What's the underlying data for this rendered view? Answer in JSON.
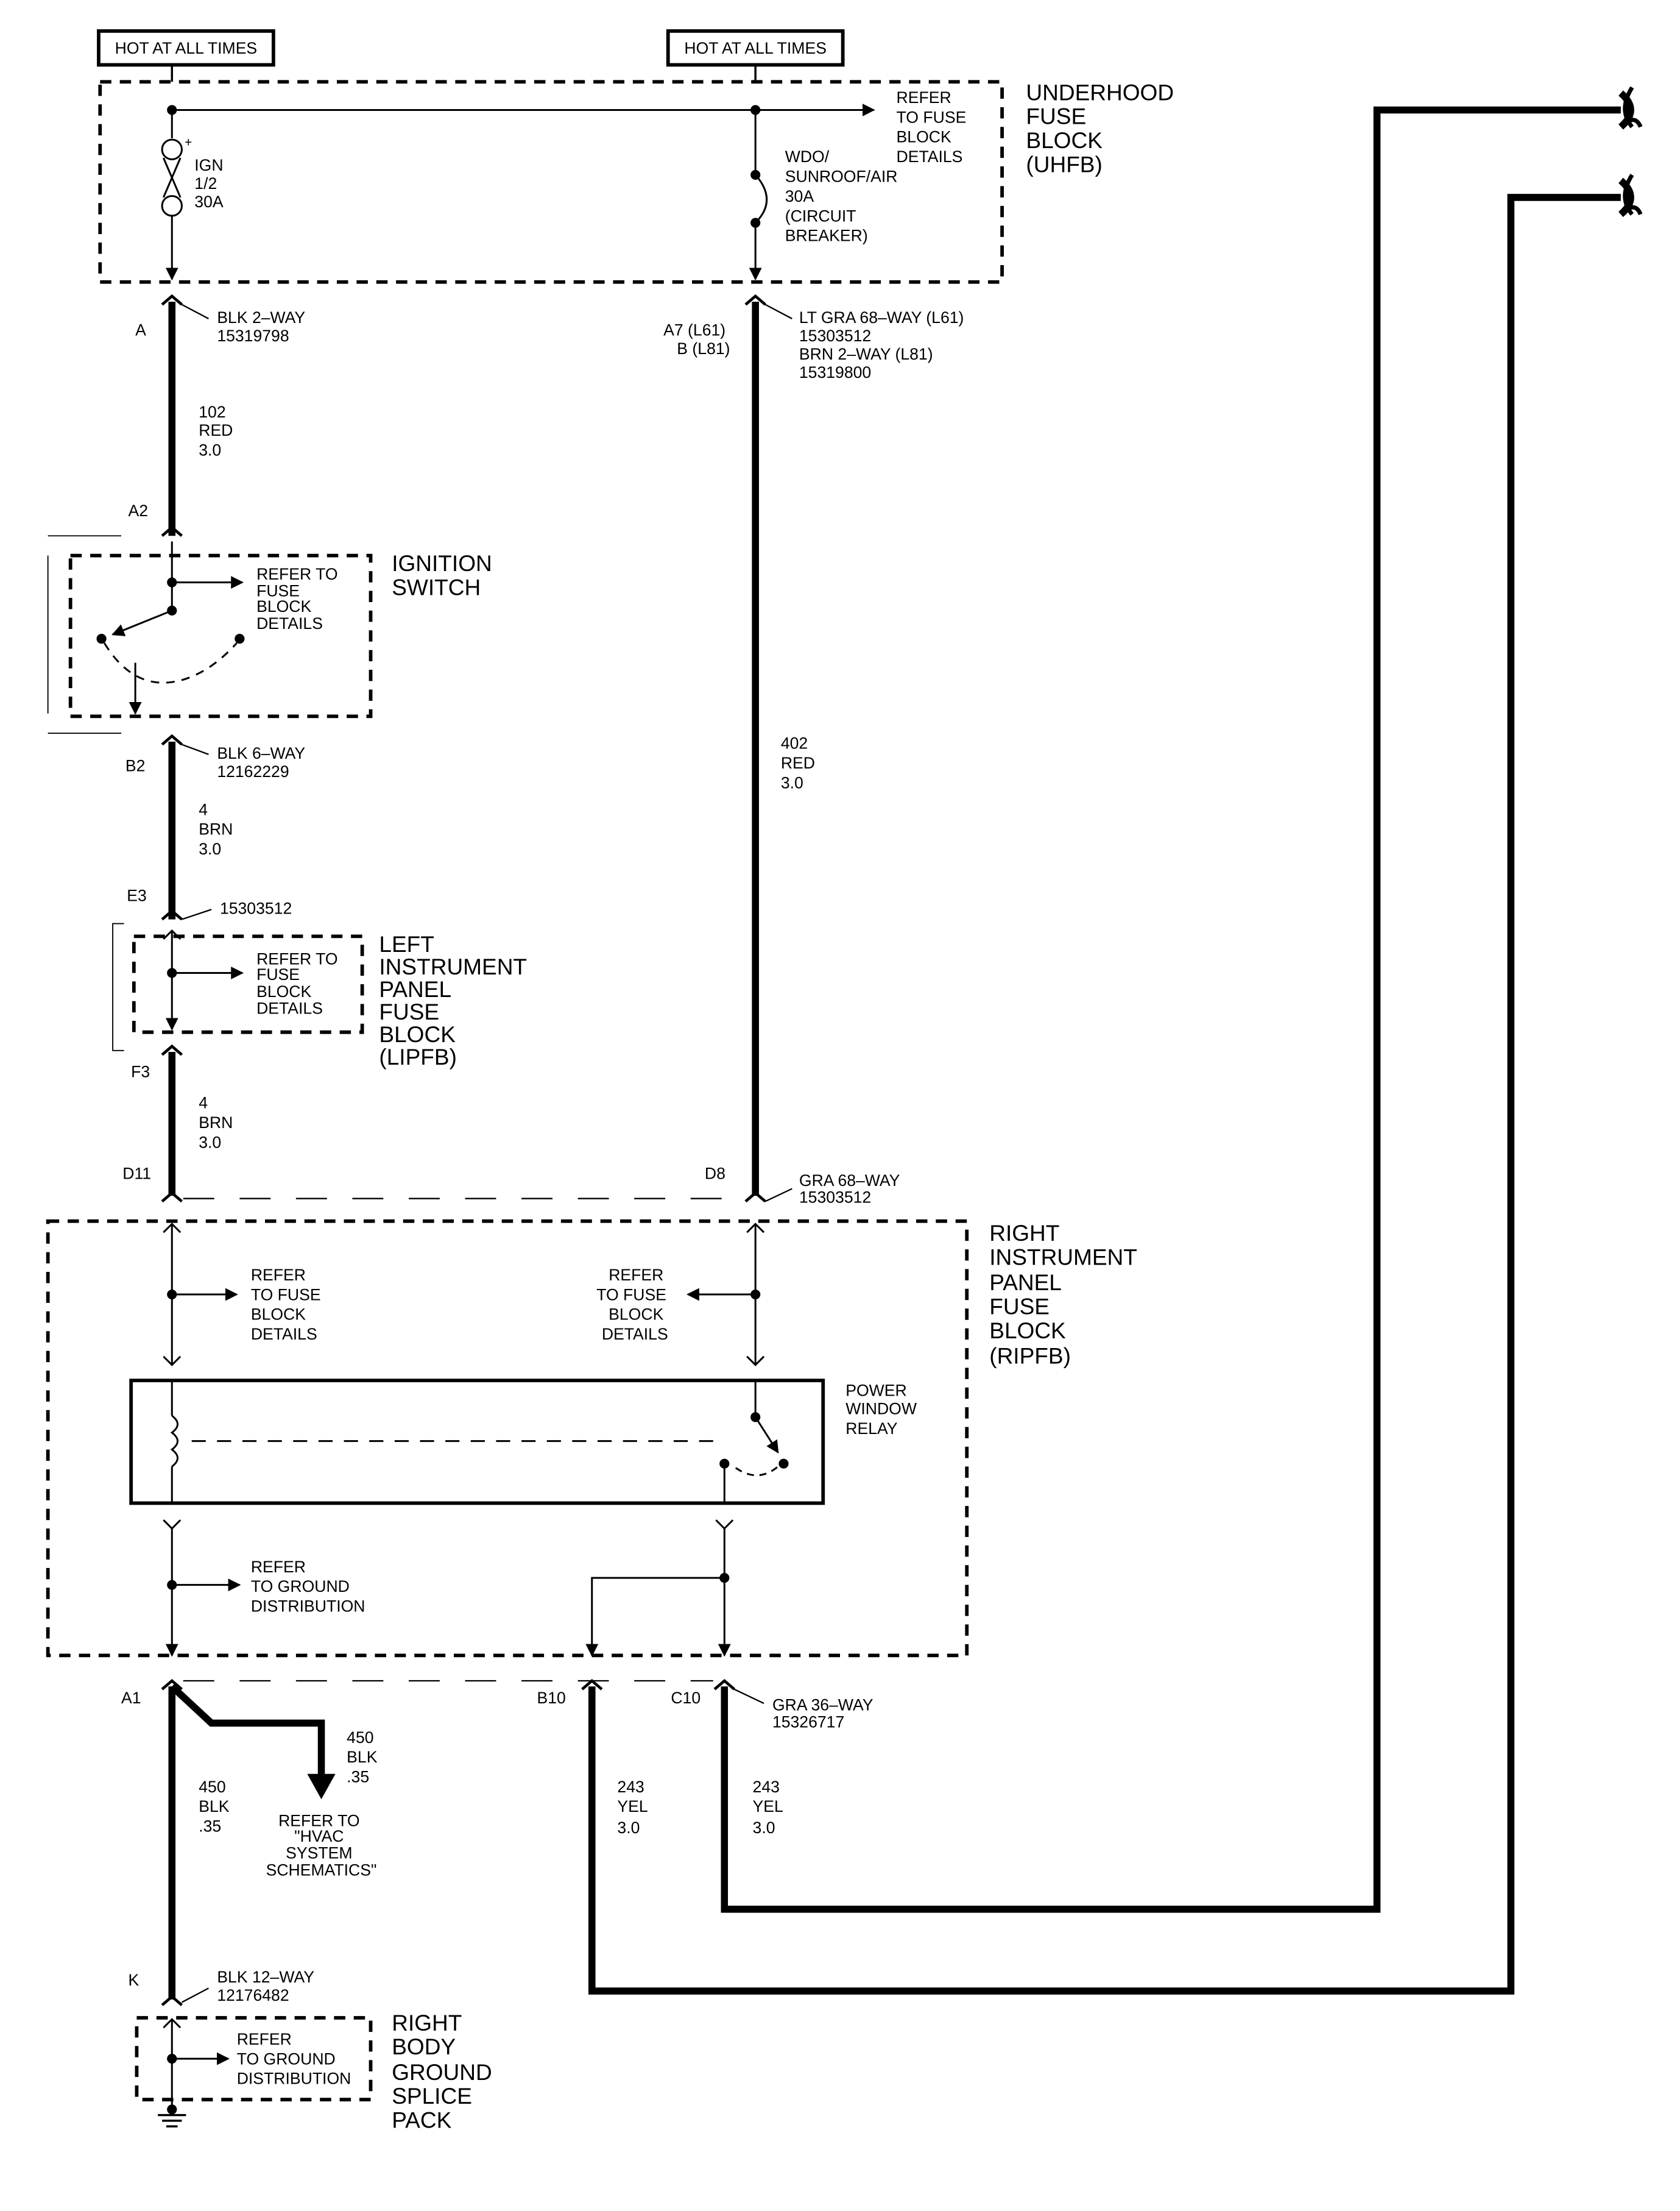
{
  "hot_labels": [
    "HOT AT ALL TIMES",
    "HOT AT ALL TIMES"
  ],
  "uhfb": {
    "lines": [
      "UNDERHOOD",
      "FUSE",
      "BLOCK",
      "(UHFB)"
    ],
    "refer": [
      "REFER",
      "TO FUSE",
      "BLOCK",
      "DETAILS"
    ],
    "fuse": [
      "IGN",
      "1/2",
      "30A"
    ],
    "breaker": [
      "WDO/",
      "SUNROOF/AIR",
      "30A",
      "(CIRCUIT",
      "BREAKER)"
    ],
    "plus": "+"
  },
  "conn_a": {
    "pin": "A",
    "lines": [
      "BLK 2–WAY",
      "15319798"
    ]
  },
  "conn_a7": {
    "pins": [
      "A7 (L61)",
      "B (L81)"
    ],
    "lines": [
      "LT GRA 68–WAY (L61)",
      "15303512",
      "BRN 2–WAY (L81)",
      "15319800"
    ]
  },
  "wire_102": [
    "102",
    "RED",
    "3.0"
  ],
  "wire_402": [
    "402",
    "RED",
    "3.0"
  ],
  "pin_a2": "A2",
  "ign": {
    "lines": [
      "IGNITION",
      "SWITCH"
    ],
    "refer": [
      "REFER TO",
      "FUSE",
      "BLOCK",
      "DETAILS"
    ]
  },
  "conn_b2": {
    "pin": "B2",
    "lines": [
      "BLK 6–WAY",
      "12162229"
    ]
  },
  "wire_4a": [
    "4",
    "BRN",
    "3.0"
  ],
  "conn_e3": {
    "pin": "E3",
    "lines": [
      "15303512"
    ]
  },
  "lipfb": {
    "lines": [
      "LEFT",
      "INSTRUMENT",
      "PANEL",
      "FUSE",
      "BLOCK",
      "(LIPFB)"
    ],
    "refer": [
      "REFER TO",
      "FUSE",
      "BLOCK",
      "DETAILS"
    ]
  },
  "pin_f3": "F3",
  "wire_4b": [
    "4",
    "BRN",
    "3.0"
  ],
  "pin_d11": "D11",
  "conn_d8": {
    "pin": "D8",
    "lines": [
      "GRA 68–WAY",
      "15303512"
    ]
  },
  "ripfb": {
    "lines": [
      "RIGHT",
      "INSTRUMENT",
      "PANEL",
      "FUSE",
      "BLOCK",
      "(RIPFB)"
    ],
    "refer_left": [
      "REFER",
      "TO FUSE",
      "BLOCK",
      "DETAILS"
    ],
    "refer_right": [
      "REFER",
      "TO FUSE",
      "BLOCK",
      "DETAILS"
    ],
    "relay": [
      "POWER",
      "WINDOW",
      "RELAY"
    ],
    "ground": [
      "REFER",
      "TO GROUND",
      "DISTRIBUTION"
    ]
  },
  "pin_a1": "A1",
  "pin_b10": "B10",
  "conn_c10": {
    "pin": "C10",
    "lines": [
      "GRA 36–WAY",
      "15326717"
    ]
  },
  "wire_450_branch": [
    "450",
    "BLK",
    ".35"
  ],
  "wire_450": [
    "450",
    "BLK",
    ".35"
  ],
  "hvac": [
    "REFER TO",
    "\"HVAC",
    "SYSTEM",
    "SCHEMATICS\""
  ],
  "wire_243a": [
    "243",
    "YEL",
    "3.0"
  ],
  "wire_243b": [
    "243",
    "YEL",
    "3.0"
  ],
  "conn_k": {
    "pin": "K",
    "lines": [
      "BLK 12–WAY",
      "12176482"
    ]
  },
  "rbg": {
    "lines": [
      "RIGHT",
      "BODY",
      "GROUND",
      "SPLICE",
      "PACK"
    ],
    "refer": [
      "REFER",
      "TO GROUND",
      "DISTRIBUTION"
    ]
  }
}
